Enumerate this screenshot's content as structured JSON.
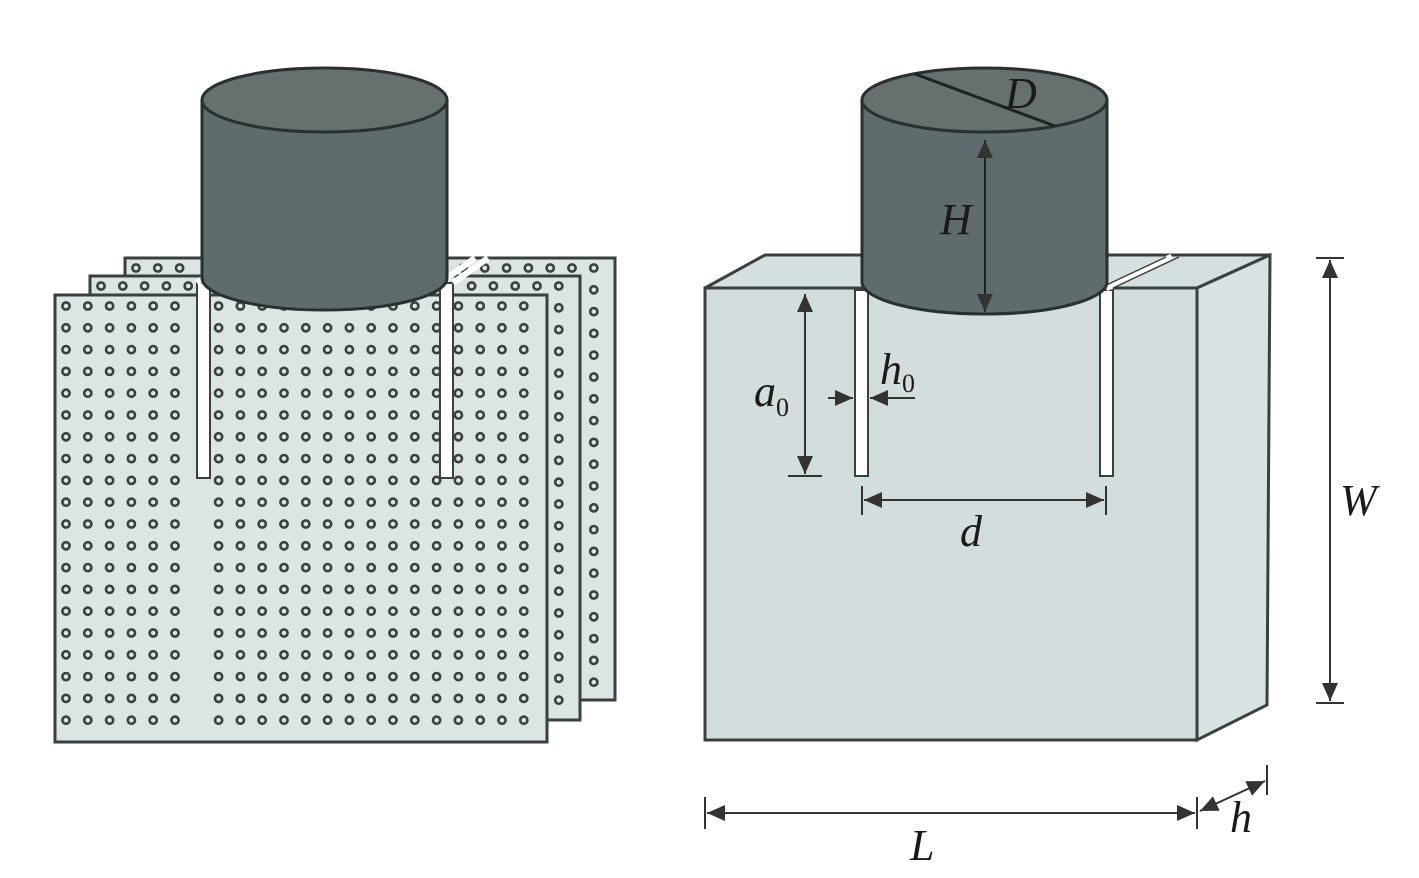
{
  "labels": {
    "diameter": "D",
    "height": "H",
    "notch_depth": "a",
    "notch_depth_sub": "0",
    "notch_width": "h",
    "notch_width_sub": "0",
    "notch_spacing": "d",
    "specimen_width": "W",
    "specimen_length": "L",
    "specimen_thickness": "h"
  },
  "colors": {
    "cylinder": "#5f6b6c",
    "block": "#d3dddd",
    "plate": "#dce4e4",
    "line": "#3a3f40"
  }
}
